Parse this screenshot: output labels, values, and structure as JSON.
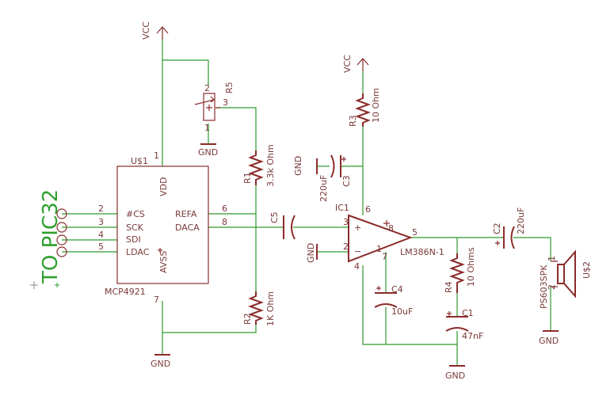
{
  "labels": {
    "vcc_top": "VCC",
    "vcc_amp": "VCC",
    "gnd_r5": "GND",
    "gnd_u1": "GND",
    "gnd_c3": "GND",
    "gnd_ic1": "GND",
    "gnd_c1": "GND",
    "gnd_spk": "GND",
    "to_pic": "TO PIC32"
  },
  "u1": {
    "name": "U$1",
    "part": "MCP4921",
    "vdd": "VDD",
    "avss": "AVSS",
    "refa": "REFA",
    "daca": "DACA",
    "pins_left": [
      "#CS",
      "SCK",
      "SDI",
      "LDAC"
    ],
    "pin_nums_left": [
      "2",
      "3",
      "4",
      "5"
    ],
    "pin_vdd": "1",
    "pin_avss": "7",
    "pin_refa": "6",
    "pin_daca": "8"
  },
  "r5": {
    "name": "R5",
    "pin1": "1",
    "pin2": "2",
    "pin3": "3"
  },
  "r1": {
    "name": "R1",
    "value": "3.3k Ohm"
  },
  "r2": {
    "name": "R2",
    "value": "1K Ohm"
  },
  "c5": {
    "name": "C5"
  },
  "r3": {
    "name": "R3",
    "value": "10 Ohm"
  },
  "c3": {
    "name": "C3",
    "value": "220uF"
  },
  "ic1": {
    "name": "IC1",
    "part": "LM386N-1",
    "pin6": "6",
    "pin8": "8",
    "pin3": "3",
    "pin2": "2",
    "pin4": "4",
    "pin5": "5",
    "pin1": "1",
    "pin7": "7"
  },
  "c4": {
    "name": "C4",
    "value": "10uF"
  },
  "r4": {
    "name": "R4",
    "value": "10 Ohms"
  },
  "c1": {
    "name": "C1",
    "value": "47nF"
  },
  "c2": {
    "name": "C2",
    "value": "220uF"
  },
  "spk": {
    "name": "U$2",
    "part": "PS603SPK",
    "pin1": "1",
    "pin2": "2"
  }
}
